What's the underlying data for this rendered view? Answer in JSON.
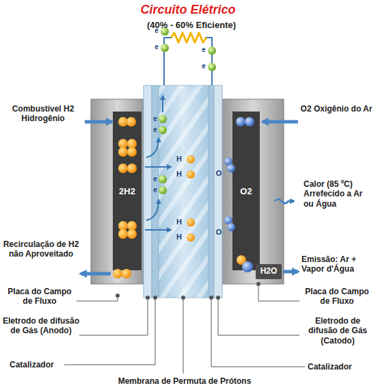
{
  "diagram": {
    "title": "Circuito Elétrico",
    "nodes": [
      {
        "text": [
          "2H2"
        ]
      },
      {
        "text": [
          "O2"
        ]
      }
    ],
    "labels": [
      "(40% - 60% Eficiente)",
      "Combustível H2 Hidrogênio",
      "O2 Oxigênio do Ar",
      "Calor (85 ºC) Arrefecido a Ar ou Água",
      "Recirculação de H2 não Aproveitado",
      "Emissão: Ar + Vapor d'Água",
      "Placa do Campo de Fluxo",
      "Placa do Campo de Fluxo",
      "Eletrodo de difusão de Gás (Anodo)",
      "Eletrodo de difusão de Gás (Catodo)",
      "Catalizador",
      "Catalizador",
      "Membrana de Permuta de Prótons",
      "H2O",
      "e",
      "e",
      "e",
      "e",
      "e",
      "e",
      "e",
      "e",
      "H",
      "H",
      "H",
      "H",
      "O",
      "O"
    ]
  }
}
